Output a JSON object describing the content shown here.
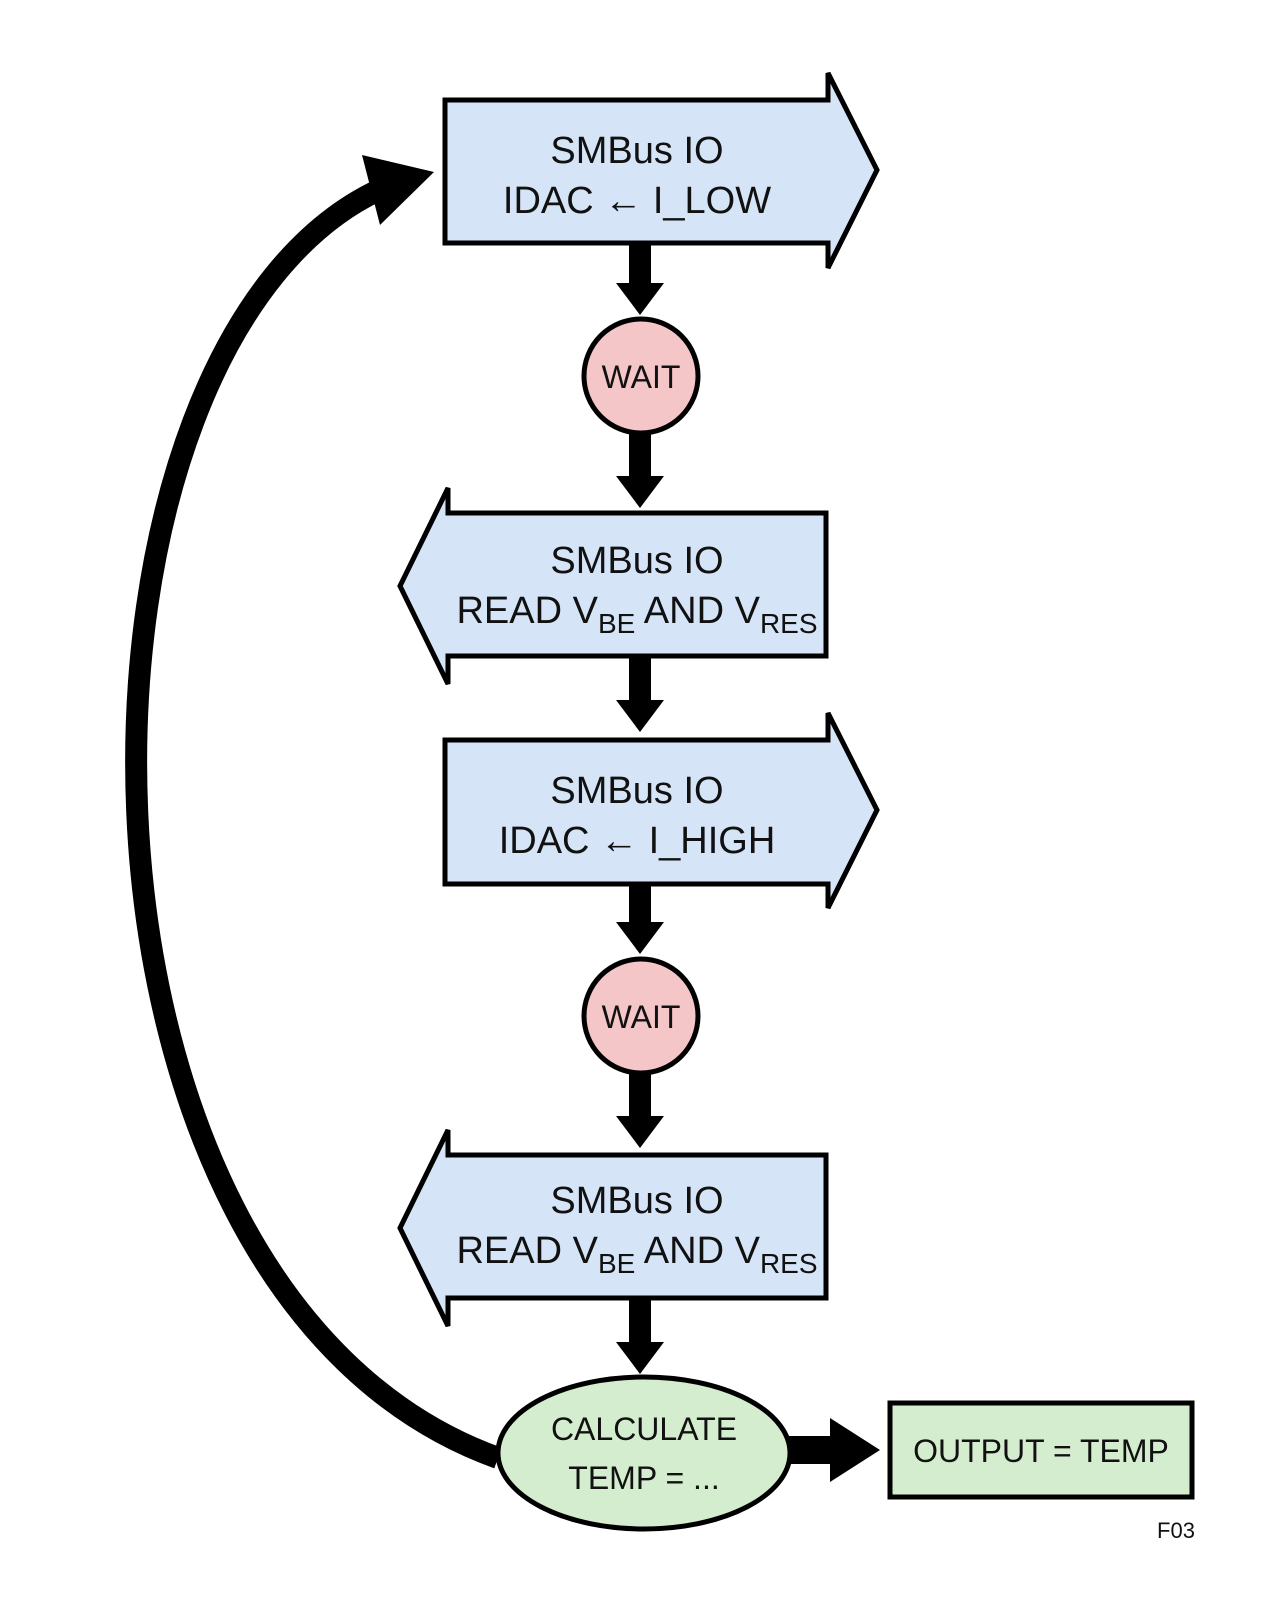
{
  "steps": [
    {
      "line1": "SMBus IO",
      "line2": "IDAC ← I_LOW"
    },
    {
      "label": "WAIT"
    },
    {
      "line1": "SMBus IO",
      "read": "READ V",
      "sub1": "BE",
      "and": " AND V",
      "sub2": "RES"
    },
    {
      "line1": "SMBus IO",
      "line2": "IDAC ← I_HIGH"
    },
    {
      "label": "WAIT"
    },
    {
      "line1": "SMBus IO",
      "read": "READ V",
      "sub1": "BE",
      "and": " AND V",
      "sub2": "RES"
    }
  ],
  "calculate": {
    "line1": "CALCULATE",
    "line2": "TEMP = ..."
  },
  "output": {
    "label": "OUTPUT = TEMP"
  },
  "figure_tag": "F03",
  "colors": {
    "io_box": "#d6e4f8",
    "wait": "#f5c6c8",
    "calc": "#d5edcf",
    "output": "#d5edcf"
  }
}
